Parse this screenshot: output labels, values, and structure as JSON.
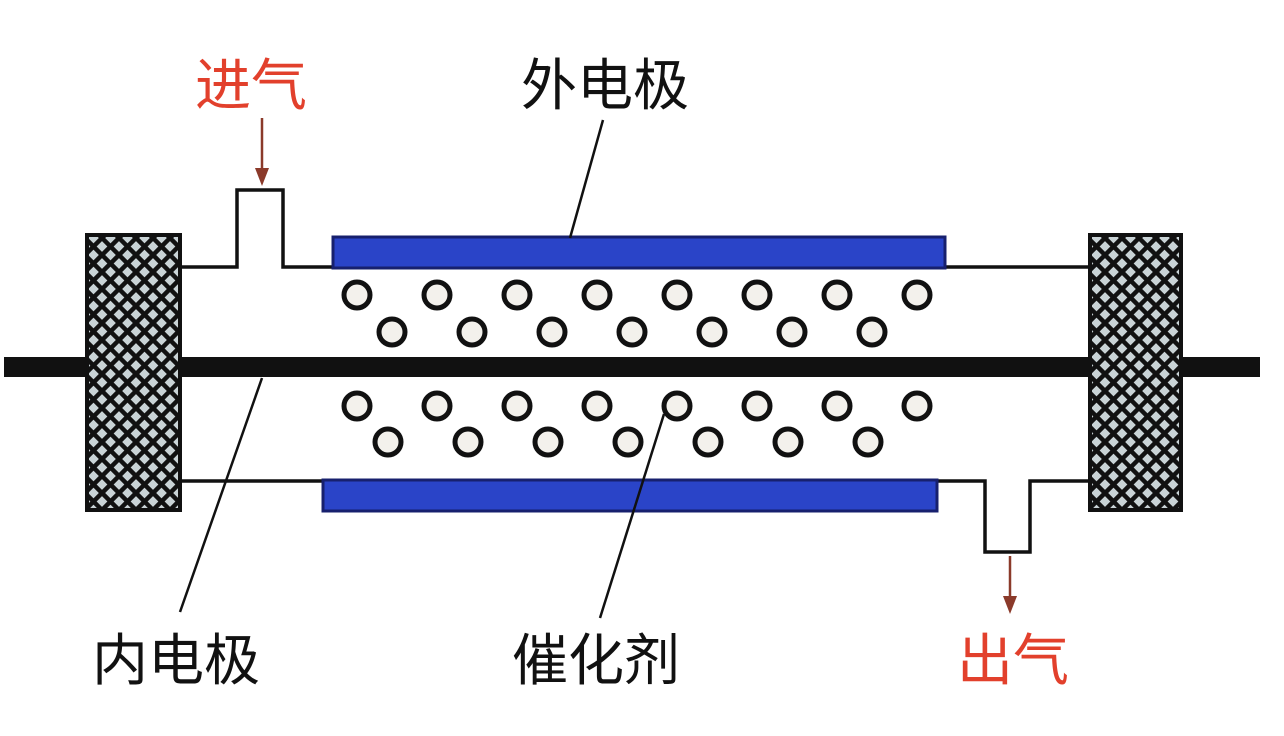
{
  "labels": {
    "gas_in": "进气",
    "outer_electrode": "外电极",
    "inner_electrode": "内电极",
    "catalyst": "催化剂",
    "gas_out": "出气"
  },
  "colors": {
    "label_text": "#111111",
    "gas_label": "#e2402c",
    "electrode_fill": "#2a44c8",
    "electrode_edge": "#17206e",
    "line": "#111111",
    "arrow": "#8b3a2a",
    "cap_fill": "#c9d3d6"
  },
  "catalyst_particles": {
    "rows": 4,
    "per_row": 8
  },
  "icons": {
    "end_caps": "crosshatch-end-cap",
    "flow_arrows": "arrow-down"
  }
}
